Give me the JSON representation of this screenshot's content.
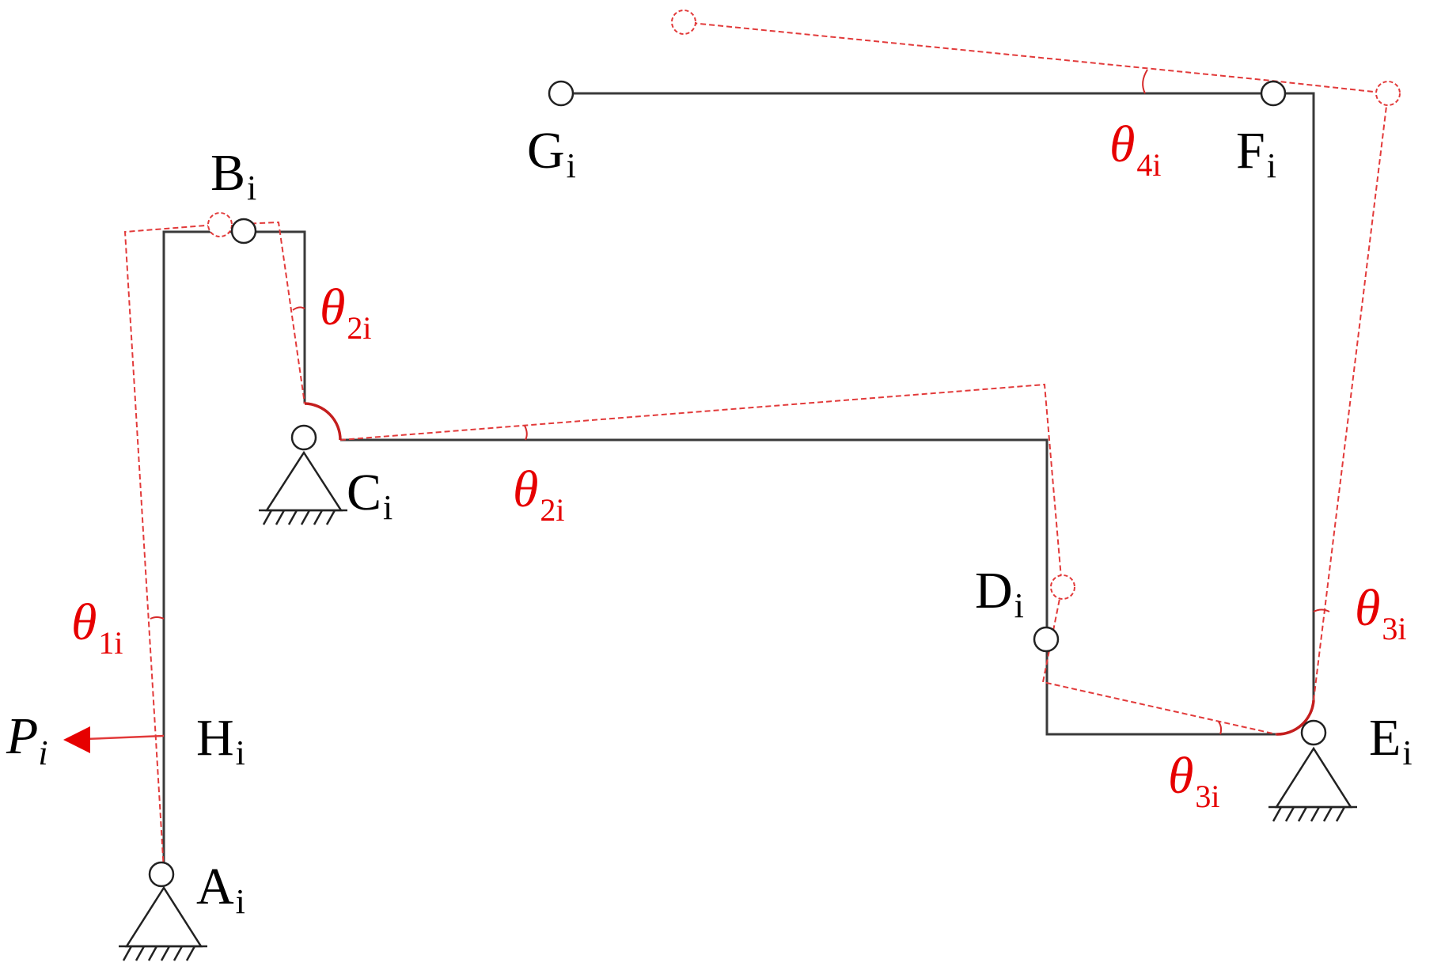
{
  "points": {
    "A": {
      "letter": "A",
      "sub": "i"
    },
    "B": {
      "letter": "B",
      "sub": "i"
    },
    "C": {
      "letter": "C",
      "sub": "i"
    },
    "D": {
      "letter": "D",
      "sub": "i"
    },
    "E": {
      "letter": "E",
      "sub": "i"
    },
    "F": {
      "letter": "F",
      "sub": "i"
    },
    "G": {
      "letter": "G",
      "sub": "i"
    },
    "H": {
      "letter": "H",
      "sub": "i"
    }
  },
  "angles": {
    "theta1": {
      "symbol": "θ",
      "sub": "1i"
    },
    "theta2_top": {
      "symbol": "θ",
      "sub": "2i"
    },
    "theta2_mid": {
      "symbol": "θ",
      "sub": "2i"
    },
    "theta3_right": {
      "symbol": "θ",
      "sub": "3i"
    },
    "theta3_bottom": {
      "symbol": "θ",
      "sub": "3i"
    },
    "theta4": {
      "symbol": "θ",
      "sub": "4i"
    }
  },
  "force": {
    "letter": "P",
    "sub": "i"
  },
  "colors": {
    "original_linkage": "#3a3a3a",
    "deformed_linkage": "#e23a3a",
    "labels": "#000000",
    "angle_labels": "#e60000",
    "force_arrow": "#e60000"
  }
}
